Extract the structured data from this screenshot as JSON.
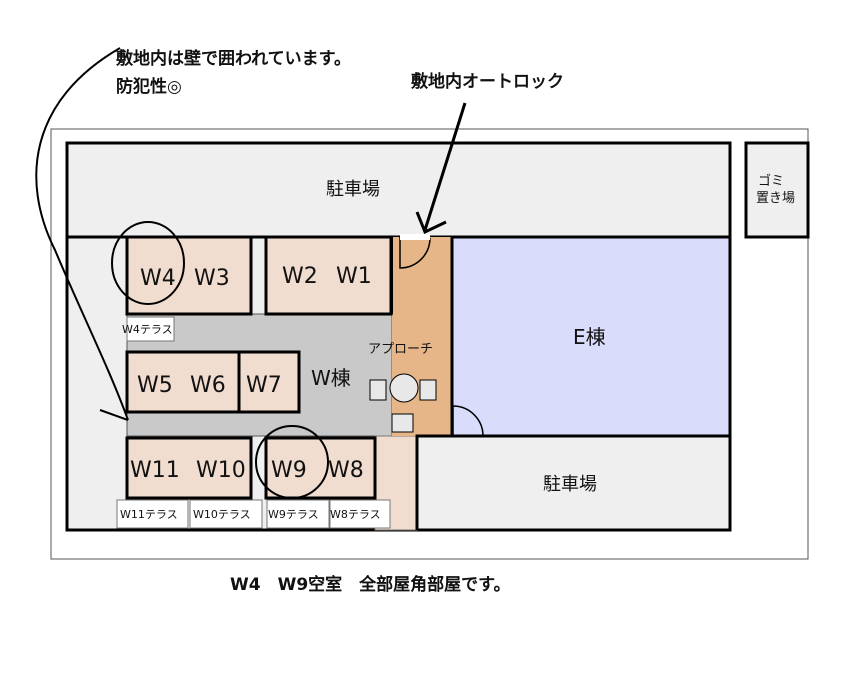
{
  "notes": {
    "wall_line1": "敷地内は壁で囲われています。",
    "wall_line2": "防犯性◎",
    "autolock": "敷地内オートロック",
    "bottom": "W4　W9空室　全部屋角部屋です。"
  },
  "areas": {
    "parking_top": "駐車場",
    "parking_bottom": "駐車場",
    "garbage_line1": "ゴミ",
    "garbage_line2": "置き場",
    "approach": "アプローチ",
    "e_building": "E棟",
    "w_building": "W棟"
  },
  "units": {
    "w1": "W1",
    "w2": "W2",
    "w3": "W3",
    "w4": "W4",
    "w5": "W5",
    "w6": "W6",
    "w7": "W7",
    "w8": "W8",
    "w9": "W9",
    "w10": "W10",
    "w11": "W11"
  },
  "terraces": {
    "w4": "W4テラス",
    "w11": "W11テラス",
    "w10": "W10テラス",
    "w9": "W9テラス",
    "w8": "W8テラス"
  },
  "colors": {
    "unit_fill": "#f0ddd0",
    "approach_fill": "#e7b688",
    "e_building_fill": "#d9dcfa",
    "corridor_fill": "#c9c9c9",
    "site_fill": "#efefef"
  }
}
